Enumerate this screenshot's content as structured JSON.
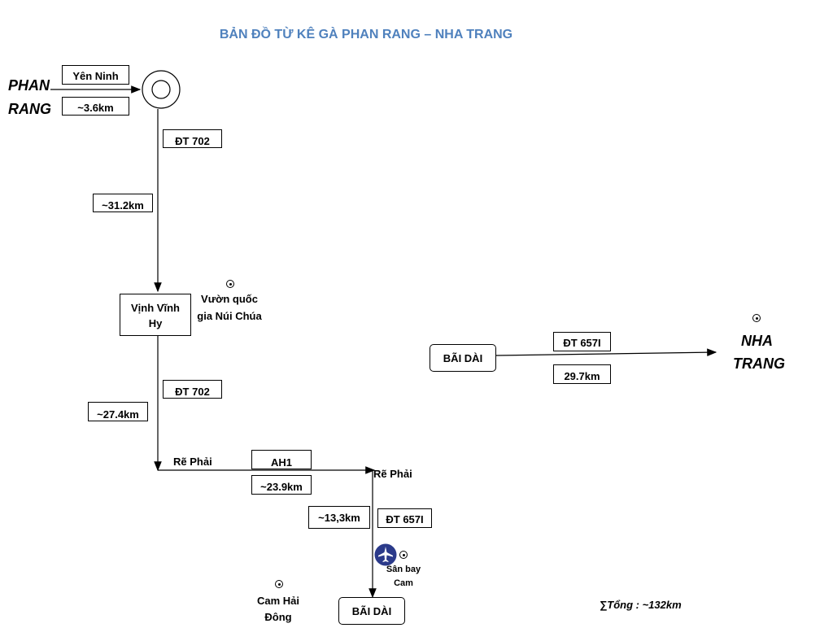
{
  "title": "BẢN ĐỒ TỪ KÊ GÀ PHAN RANG – NHA TRANG",
  "start": {
    "line1": "PHAN",
    "line2": "RANG"
  },
  "end": {
    "line1": "NHA",
    "line2": "TRANG"
  },
  "segments": {
    "yen_ninh": "Yên Ninh",
    "d1": "~3.6km",
    "dt702_a": "ĐT 702",
    "d2": "~31.2km",
    "vinh_vinh_hy_1": "Vịnh Vĩnh",
    "vinh_vinh_hy_2": "Hy",
    "dt702_b": "ĐT 702",
    "d3": "~27.4km",
    "re_phai_1": "Rẽ Phải",
    "ah1": "AH1",
    "d4": "~23.9km",
    "re_phai_2": "Rẽ Phải",
    "d5": "~13,3km",
    "dt657i_a": "ĐT 657I",
    "bai_dai_bottom": "BÃI DÀI",
    "bai_dai_right": "BÃI DÀI",
    "dt657i_b": "ĐT 657I",
    "d6": "29.7km"
  },
  "places": {
    "nui_chua_1": "Vườn quốc",
    "nui_chua_2": "gia Núi Chúa",
    "san_bay_1": "Sân bay",
    "san_bay_2": "Cam",
    "cam_hai_1": "Cam Hải",
    "cam_hai_2": "Đông"
  },
  "total": "∑Tổng : ~132km",
  "colors": {
    "title": "#4f81bd",
    "airport_icon": "#2b3a8a"
  },
  "icons": [
    "ring-start-icon",
    "poi-icon",
    "airplane-icon",
    "arrow-icon"
  ]
}
